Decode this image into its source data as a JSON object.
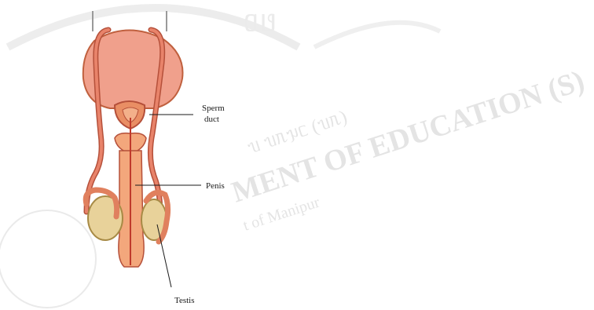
{
  "watermark": {
    "native_script_line": "ᥔ ᥔᥰᥭᥴ (ᥔᥰ)",
    "department_line": "MENT OF EDUCATION (S)",
    "sub_line": "t of Manipur",
    "seal_glyph": "ᥲᥳ",
    "color": "#cfcfcf"
  },
  "diagram": {
    "labels": {
      "sperm_duct_line1": "Sperm",
      "sperm_duct_line2": "duct",
      "penis": "Penis",
      "testis": "Testis"
    },
    "colors": {
      "bladder": "#f0a08c",
      "bladder_outline": "#c0603e",
      "duct": "#e8836a",
      "duct_outline": "#b5503a",
      "gland": "#e98e64",
      "testis_fill": "#e8d29a",
      "testis_outline": "#a78a45",
      "epididymis": "#e0805e",
      "penis_fill": "#f3a77c",
      "urethra": "#c0392b"
    }
  }
}
